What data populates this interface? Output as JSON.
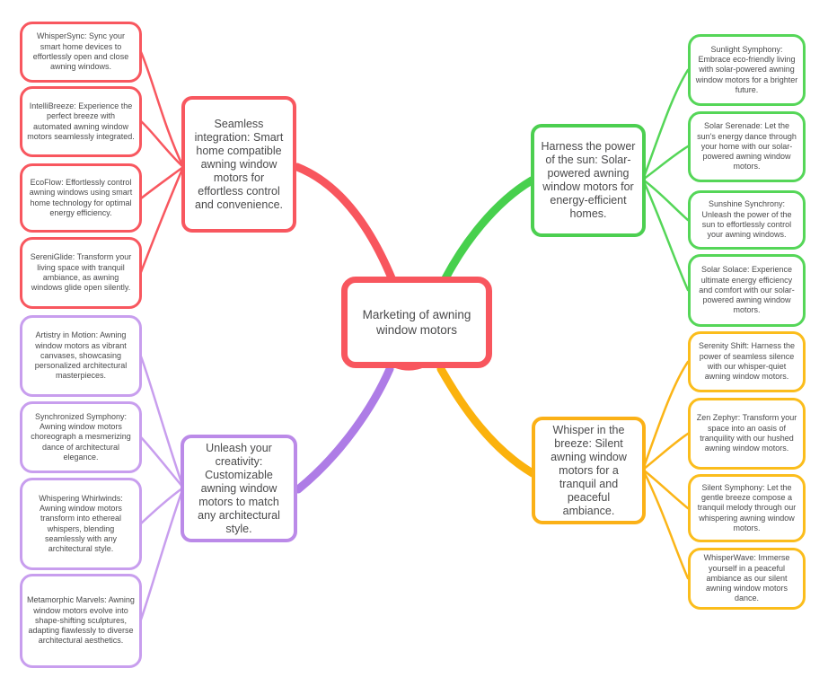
{
  "central": {
    "label": "Marketing of awning window motors",
    "color": "#f8565e"
  },
  "colors": {
    "red": "#f8575f",
    "green": "#4ccf50",
    "purple": "#bb8ae8",
    "yellow": "#fbb117",
    "text": "#4a4a4b"
  },
  "branches": [
    {
      "name": "seamless-integration",
      "color": "#f8575f",
      "label": "Seamless integration: Smart home compatible awning window motors for effortless control and convenience.",
      "children": [
        {
          "label": "WhisperSync: Sync your smart home devices to effortlessly open and close awning windows."
        },
        {
          "label": "IntelliBreeze: Experience the perfect breeze with automated awning window motors seamlessly integrated."
        },
        {
          "label": "EcoFlow: Effortlessly control awning windows using smart home technology for optimal energy efficiency."
        },
        {
          "label": "SereniGlide: Transform your living space with tranquil ambiance, as awning windows glide open silently."
        }
      ]
    },
    {
      "name": "solar-power",
      "color": "#4ccf50",
      "label": "Harness the power of the sun: Solar-powered awning window motors for energy-efficient homes.",
      "children": [
        {
          "label": "Sunlight Symphony: Embrace eco-friendly living with solar-powered awning window motors for a brighter future."
        },
        {
          "label": "Solar Serenade: Let the sun's energy dance through your home with our solar-powered awning window motors."
        },
        {
          "label": "Sunshine Synchrony: Unleash the power of the sun to effortlessly control your awning windows."
        },
        {
          "label": "Solar Solace: Experience ultimate energy efficiency and comfort with our solar-powered awning window motors."
        }
      ]
    },
    {
      "name": "customizable-style",
      "color": "#bb8ae8",
      "label": "Unleash your creativity: Customizable awning window motors to match any architectural style.",
      "children": [
        {
          "label": "Artistry in Motion: Awning window motors as vibrant canvases, showcasing personalized architectural masterpieces."
        },
        {
          "label": "Synchronized Symphony: Awning window motors choreograph a mesmerizing dance of architectural elegance."
        },
        {
          "label": "Whispering Whirlwinds: Awning window motors transform into ethereal whispers, blending seamlessly with any architectural style."
        },
        {
          "label": "Metamorphic Marvels: Awning window motors evolve into shape-shifting sculptures, adapting flawlessly to diverse architectural aesthetics."
        }
      ]
    },
    {
      "name": "silent-tranquil",
      "color": "#fbb117",
      "label": "Whisper in the breeze: Silent awning window motors for a tranquil and peaceful ambiance.",
      "children": [
        {
          "label": "Serenity Shift: Harness the power of seamless silence with our whisper-quiet awning window motors."
        },
        {
          "label": "Zen Zephyr: Transform your space into an oasis of tranquility with our hushed awning window motors."
        },
        {
          "label": "Silent Symphony: Let the gentle breeze compose a tranquil melody through our whispering awning window motors."
        },
        {
          "label": "WhisperWave: Immerse yourself in a peaceful ambiance as our silent awning window motors dance."
        }
      ]
    }
  ]
}
